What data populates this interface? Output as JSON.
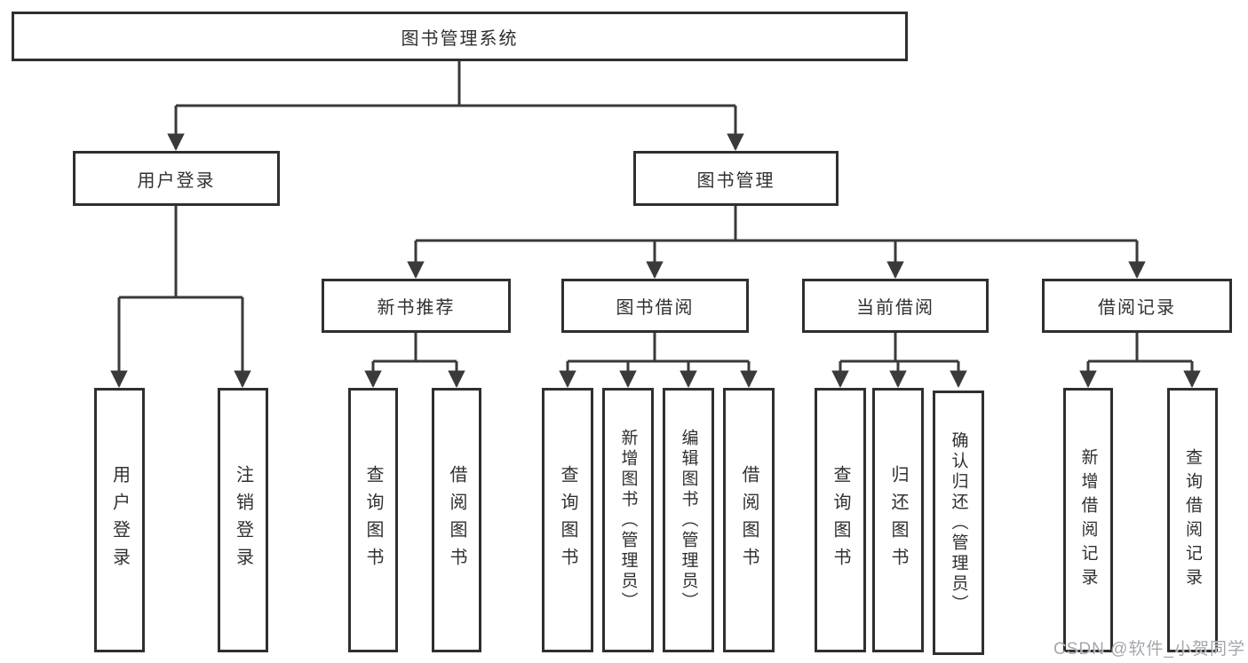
{
  "tree": {
    "label": "图书管理系统",
    "children": [
      {
        "label": "用户登录",
        "children": [
          {
            "label": "用户登录"
          },
          {
            "label": "注销登录"
          }
        ]
      },
      {
        "label": "图书管理",
        "children": [
          {
            "label": "新书推荐",
            "children": [
              {
                "label": "查询图书"
              },
              {
                "label": "借阅图书"
              }
            ]
          },
          {
            "label": "图书借阅",
            "children": [
              {
                "label": "查询图书"
              },
              {
                "label": "新增图书（管理员）"
              },
              {
                "label": "编辑图书（管理员）"
              },
              {
                "label": "借阅图书"
              }
            ]
          },
          {
            "label": "当前借阅",
            "children": [
              {
                "label": "查询图书"
              },
              {
                "label": "归还图书"
              },
              {
                "label": "确认归还（管理员）"
              }
            ]
          },
          {
            "label": "借阅记录",
            "children": [
              {
                "label": "新增借阅记录"
              },
              {
                "label": "查询借阅记录"
              }
            ]
          }
        ]
      }
    ]
  },
  "watermark": "CSDN @软件_小贺同学",
  "colors": {
    "line": "#3a3a3a",
    "box_border": "#2f2f2f",
    "background": "#ffffff",
    "text": "#303030",
    "watermark": "#9ea2a8"
  }
}
